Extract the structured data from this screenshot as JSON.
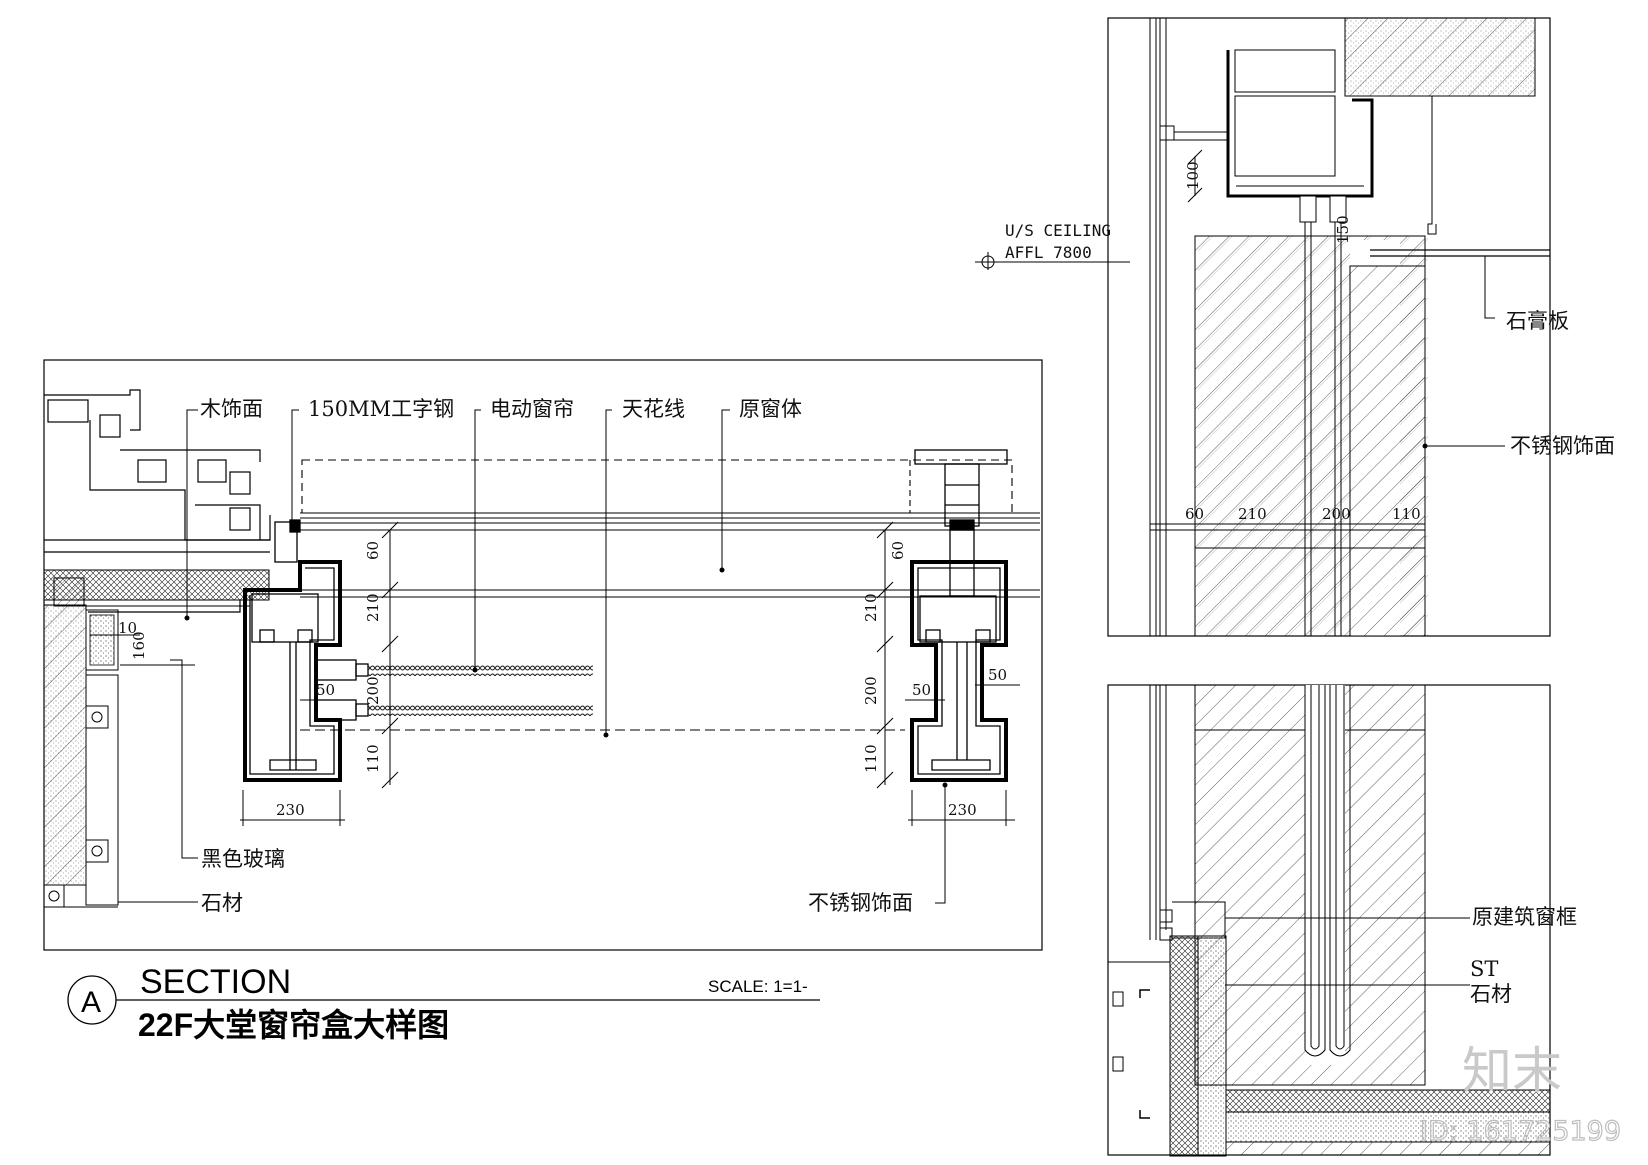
{
  "section_a": {
    "marker": "A",
    "title": "SECTION",
    "subtitle": "22F大堂窗帘盒大样图",
    "scale": "SCALE: 1=1-",
    "labels": {
      "wood_finish": "木饰面",
      "i_beam": "150MM工字钢",
      "motorized_curtain": "电动窗帘",
      "ceiling_line": "天花线",
      "original_window": "原窗体",
      "black_glass": "黑色玻璃",
      "stone": "石材",
      "stainless_finish": "不锈钢饰面"
    },
    "dimensions": {
      "left_60": "60",
      "left_210": "210",
      "left_200": "200",
      "left_110": "110",
      "left_230": "230",
      "left_50": "50",
      "left_10": "10",
      "left_160": "160",
      "right_60": "60",
      "right_210": "210",
      "right_200": "200",
      "right_110": "110",
      "right_230": "230",
      "right_50a": "50",
      "right_50b": "50"
    }
  },
  "section_top_right": {
    "ceiling_title": "U/S CEILING",
    "ceiling_level": "AFFL 7800",
    "gypsum_board": "石膏板",
    "stainless_finish": "不锈钢饰面",
    "dims": {
      "d100": "100",
      "d150": "150",
      "d60": "60",
      "d210": "210",
      "d200": "200",
      "d110": "110"
    }
  },
  "section_bottom_right": {
    "original_frame": "原建筑窗框",
    "st_code": "ST",
    "stone": "石材"
  },
  "watermark": {
    "brand": "知末",
    "id": "ID: 161725199"
  }
}
